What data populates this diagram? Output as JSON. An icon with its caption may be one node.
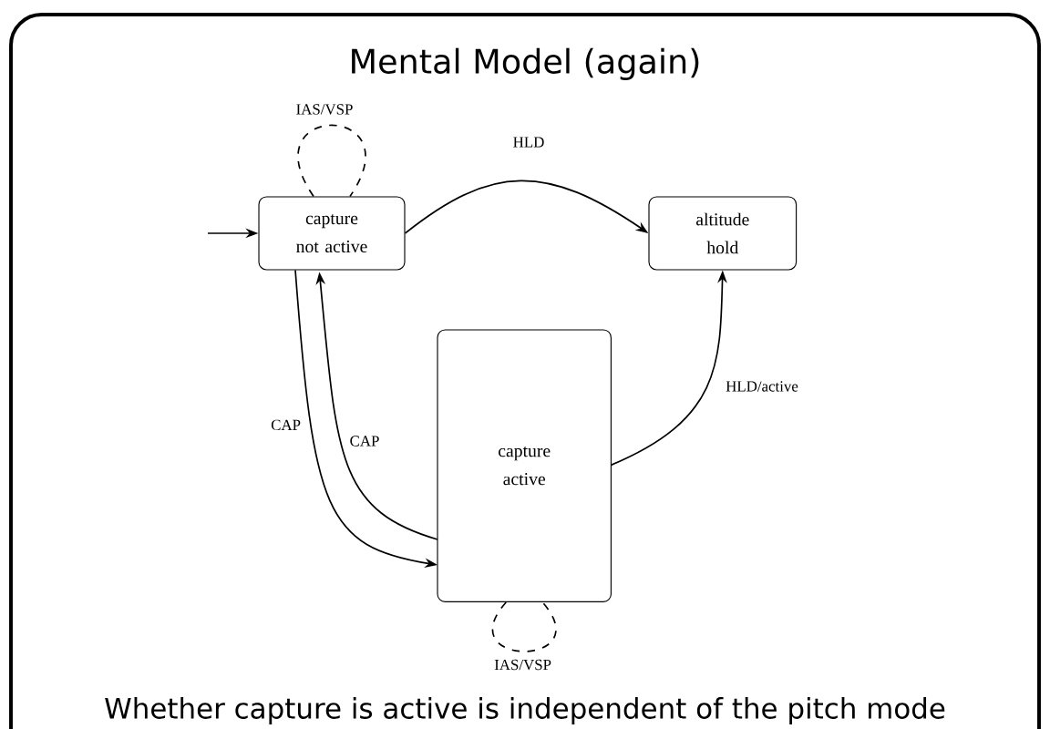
{
  "diagram": {
    "title": "Mental Model (again)",
    "caption": "Whether capture is active is independent of the pitch mode",
    "nodes": [
      {
        "text": [
          "capture not active"
        ]
      },
      {
        "text": [
          "altitude hold"
        ]
      },
      {
        "text": [
          "capture active"
        ]
      }
    ],
    "edges": [
      {
        "from": null,
        "to": 0,
        "arrow": "to"
      },
      {
        "from": 0,
        "to": 0,
        "arrow": "none",
        "style": "dashed",
        "label": "IAS/VSP"
      },
      {
        "from": 0,
        "to": 1,
        "arrow": "to",
        "label": "HLD"
      },
      {
        "from": 0,
        "to": 2,
        "arrow": "to",
        "label": "CAP"
      },
      {
        "from": 2,
        "to": 0,
        "arrow": "to",
        "label": "CAP"
      },
      {
        "from": 2,
        "to": 1,
        "arrow": "to",
        "label": "HLD/active"
      },
      {
        "from": 2,
        "to": 2,
        "arrow": "none",
        "style": "dashed",
        "label": "IAS/VSP"
      }
    ]
  }
}
